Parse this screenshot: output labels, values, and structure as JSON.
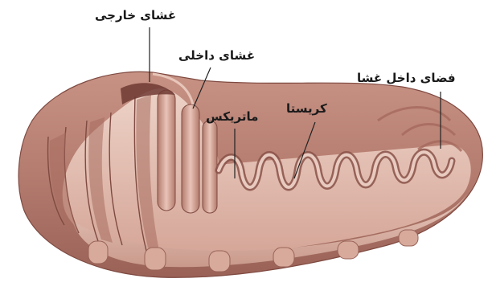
{
  "figure": {
    "labels": {
      "outer_membrane": "غشای خارجی",
      "inner_membrane": "غشای داخلی",
      "intermembrane_space": "فضای داخل غشا",
      "matrix": "ماتریکس",
      "crista": "کریستا"
    },
    "colors": {
      "outer_membrane": "#b8867a",
      "inner_surface": "#e6c3b6",
      "shadow": "#8a5249",
      "highlight": "#f3ddd3",
      "background": "#ffffff",
      "leader_line": "#222222"
    }
  }
}
